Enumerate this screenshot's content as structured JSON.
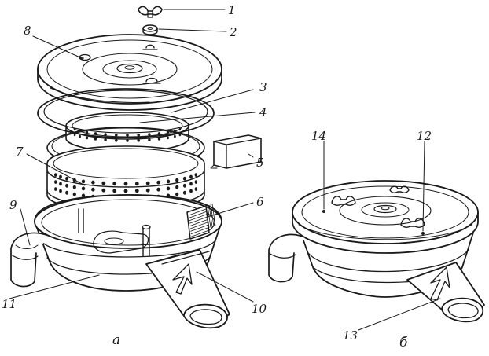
{
  "callouts": [
    {
      "id": "c1",
      "label": "1"
    },
    {
      "id": "c2",
      "label": "2"
    },
    {
      "id": "c3",
      "label": "3"
    },
    {
      "id": "c4",
      "label": "4"
    },
    {
      "id": "c5",
      "label": "5"
    },
    {
      "id": "c6",
      "label": "6"
    },
    {
      "id": "c7",
      "label": "7"
    },
    {
      "id": "c8",
      "label": "8"
    },
    {
      "id": "c9",
      "label": "9"
    },
    {
      "id": "c10",
      "label": "10"
    },
    {
      "id": "c11",
      "label": "11"
    },
    {
      "id": "c12",
      "label": "12"
    },
    {
      "id": "c13",
      "label": "13"
    },
    {
      "id": "c14",
      "label": "14"
    }
  ],
  "subfigures": {
    "a": "а",
    "b": "б"
  }
}
